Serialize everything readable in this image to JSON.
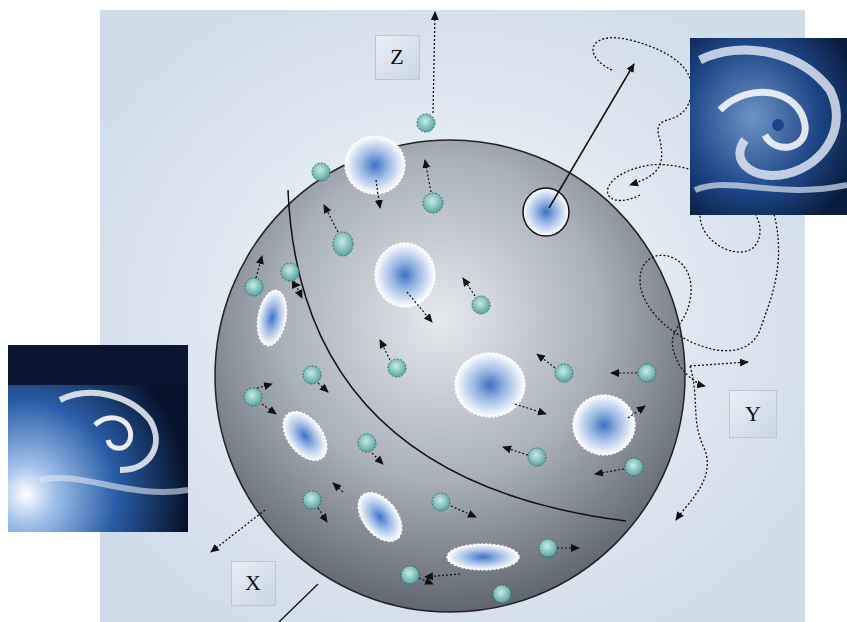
{
  "diagram": {
    "nodes": [
      {
        "text": [
          "Z"
        ]
      },
      {
        "text": [
          "Y"
        ]
      },
      {
        "text": [
          "X"
        ]
      }
    ]
  }
}
